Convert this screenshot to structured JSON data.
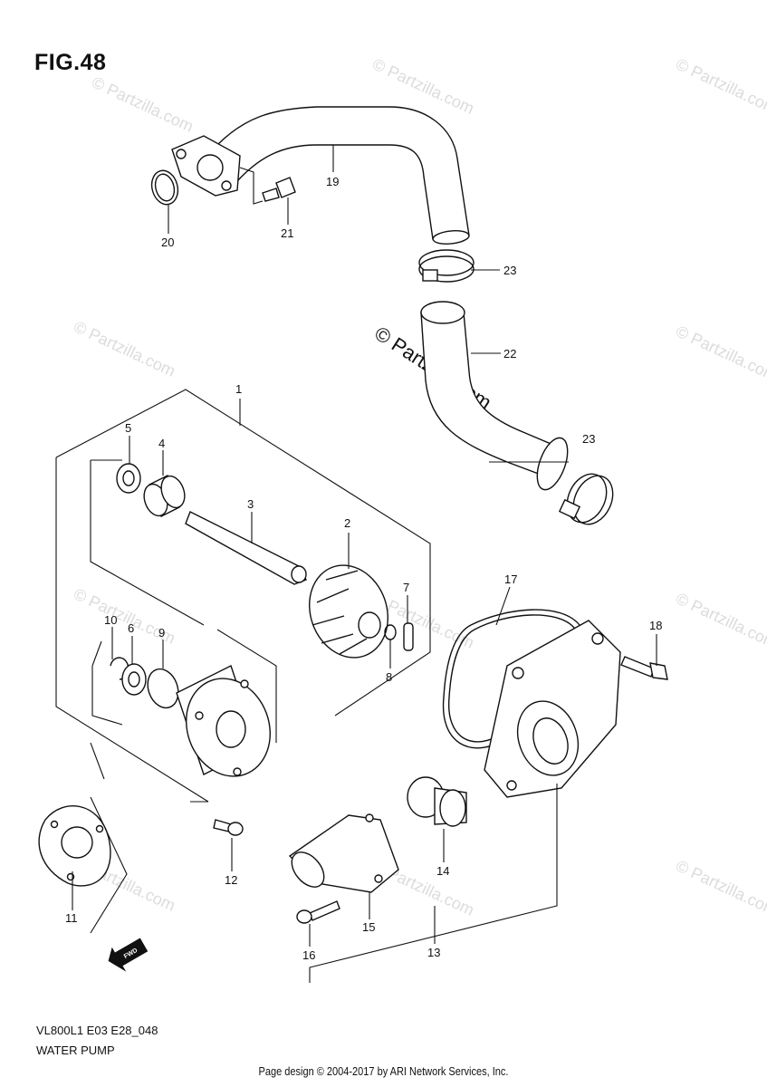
{
  "figure": {
    "title": "FIG.48",
    "model_code": "VL800L1 E03 E28_048",
    "section_name": "WATER PUMP",
    "footer": "Page design © 2004-2017 by ARI Network Services, Inc.",
    "watermark_main": "© Partzilla.com",
    "watermark_faint": "© Partzilla.com",
    "direction_label": "FWD"
  },
  "callouts": {
    "c1": "1",
    "c2": "2",
    "c3": "3",
    "c4": "4",
    "c5": "5",
    "c6": "6",
    "c7": "7",
    "c8": "8",
    "c9": "9",
    "c10": "10",
    "c11": "11",
    "c12": "12",
    "c13": "13",
    "c14": "14",
    "c15": "15",
    "c16": "16",
    "c17": "17",
    "c18": "18",
    "c19": "19",
    "c20": "20",
    "c21": "21",
    "c22": "22",
    "c23a": "23",
    "c23b": "23"
  },
  "icons": {
    "pipe": "outlet-pipe-icon",
    "hose": "water-hose-icon",
    "clamp": "hose-clamp-icon",
    "impeller": "impeller-icon",
    "housing": "pump-housing-icon",
    "arrow": "fwd-arrow-icon"
  }
}
